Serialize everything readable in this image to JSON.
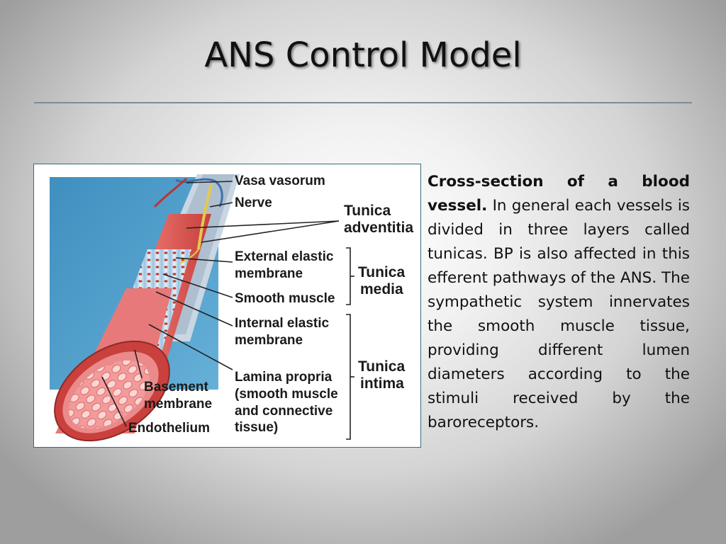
{
  "slide": {
    "title": "ANS Control Model"
  },
  "figure": {
    "labels": {
      "vasa_vasorum": "Vasa vasorum",
      "nerve": "Nerve",
      "tunica_adventitia_1": "Tunica",
      "tunica_adventitia_2": "adventitia",
      "external_elastic_1": "External elastic",
      "external_elastic_2": "membrane",
      "tunica_media_1": "Tunica",
      "tunica_media_2": "media",
      "smooth_muscle": "Smooth muscle",
      "internal_elastic_1": "Internal elastic",
      "internal_elastic_2": "membrane",
      "lamina_1": "Lamina propria",
      "lamina_2": "(smooth muscle",
      "lamina_3": "and connective",
      "lamina_4": "tissue)",
      "tunica_intima_1": "Tunica",
      "tunica_intima_2": "intima",
      "basement_1": "Basement",
      "basement_2": "membrane",
      "endothelium": "Endothelium"
    },
    "colors": {
      "vessel_red": "#d9534f",
      "vessel_pink": "#f08c8c",
      "membrane_blue": "#bcd8ec",
      "background_blue": "#3f8fbf"
    }
  },
  "description": {
    "lead": "Cross-section of a blood vessel.",
    "body": "In general each vessels is divided in three layers called tunicas. BP is also affected in this efferent pathways of the ANS. The sympathetic system innervates the smooth muscle tissue, providing different lumen diameters according to the stimuli received by the baroreceptors."
  }
}
